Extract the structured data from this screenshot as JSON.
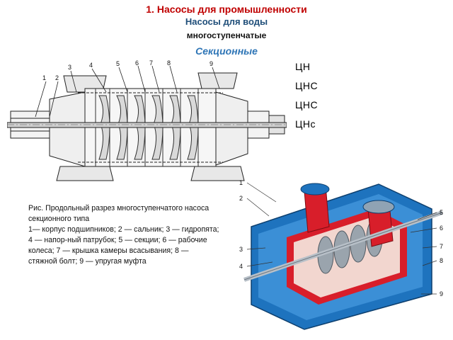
{
  "header": {
    "line1": "1. Насосы для промышленности",
    "line2": "Насосы для воды",
    "line3": "многоступенчатые",
    "line4": "Секционные"
  },
  "codes": [
    "ЦН",
    "ЦНС",
    "ЦНС",
    "ЦНс"
  ],
  "caption": {
    "head": "Рис. Продольный разрез многоступенчатого насоса секционного типа",
    "body": "1— корпус подшипников; 2 — сальник; 3 — гидропята; 4 — напор-ный патрубок; 5 — секции; 6 — рабочие колеса; 7 — крышка камеры всасывания; 8 — стяжной болт; 9 — упругая муфта"
  },
  "drawing_callouts": [
    "1",
    "2",
    "3",
    "4",
    "5",
    "6",
    "7",
    "8",
    "9"
  ],
  "cutaway_callouts": [
    "1",
    "2",
    "3",
    "4",
    "5",
    "6",
    "7",
    "8",
    "9"
  ],
  "colors": {
    "title_red": "#c00000",
    "title_blue": "#1f4e79",
    "subtitle_blue": "#2e75b6",
    "pump_blue": "#1e73be",
    "pump_red": "#d81e2a"
  }
}
